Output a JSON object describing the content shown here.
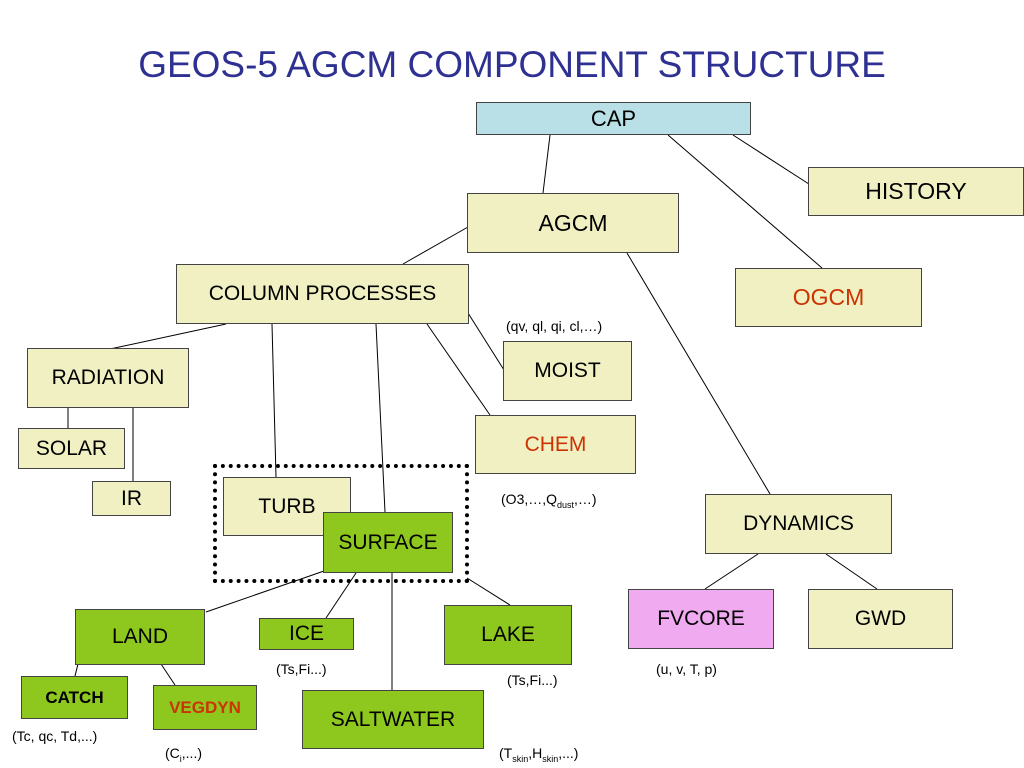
{
  "title": "GEOS-5 AGCM COMPONENT STRUCTURE",
  "boxes": {
    "cap": "CAP",
    "history": "HISTORY",
    "agcm": "AGCM",
    "ogcm": "OGCM",
    "column_processes": "COLUMN PROCESSES",
    "moist": "MOIST",
    "radiation": "RADIATION",
    "solar": "SOLAR",
    "ir": "IR",
    "chem": "CHEM",
    "turb": "TURB",
    "surface": "SURFACE",
    "dynamics": "DYNAMICS",
    "fvcore": "FVCORE",
    "gwd": "GWD",
    "land": "LAND",
    "ice": "ICE",
    "lake": "LAKE",
    "catch": "CATCH",
    "vegdyn": "VEGDYN",
    "saltwater": "SALTWATER"
  },
  "notes": {
    "moist": "(qv, ql, qi, cl,…)",
    "chem_open": "(O",
    "chem_3": "3",
    "chem_mid": ",…,Q",
    "chem_dust": "dust",
    "chem_close": ",…)",
    "fvcore": "(u, v, T, p)",
    "ice": "(Ts,Fi...)",
    "lake": "(Ts,Fi...)",
    "catch": "(Tc, qc, Td,...)",
    "vegdyn_open": "(C",
    "vegdyn_sub": "i",
    "vegdyn_close": ",...)",
    "salt_open": "(T",
    "salt_skin1": "skin",
    "salt_mid": ",H",
    "salt_skin2": "skin",
    "salt_close": ",...)"
  },
  "colors": {
    "title": "#2e3192",
    "component_tan": "#f0f0c3",
    "component_green": "#8ec81e",
    "cap_blue": "#b9e0e6",
    "fvcore_pink": "#f0aaf0",
    "highlight_red": "#cc3300"
  }
}
